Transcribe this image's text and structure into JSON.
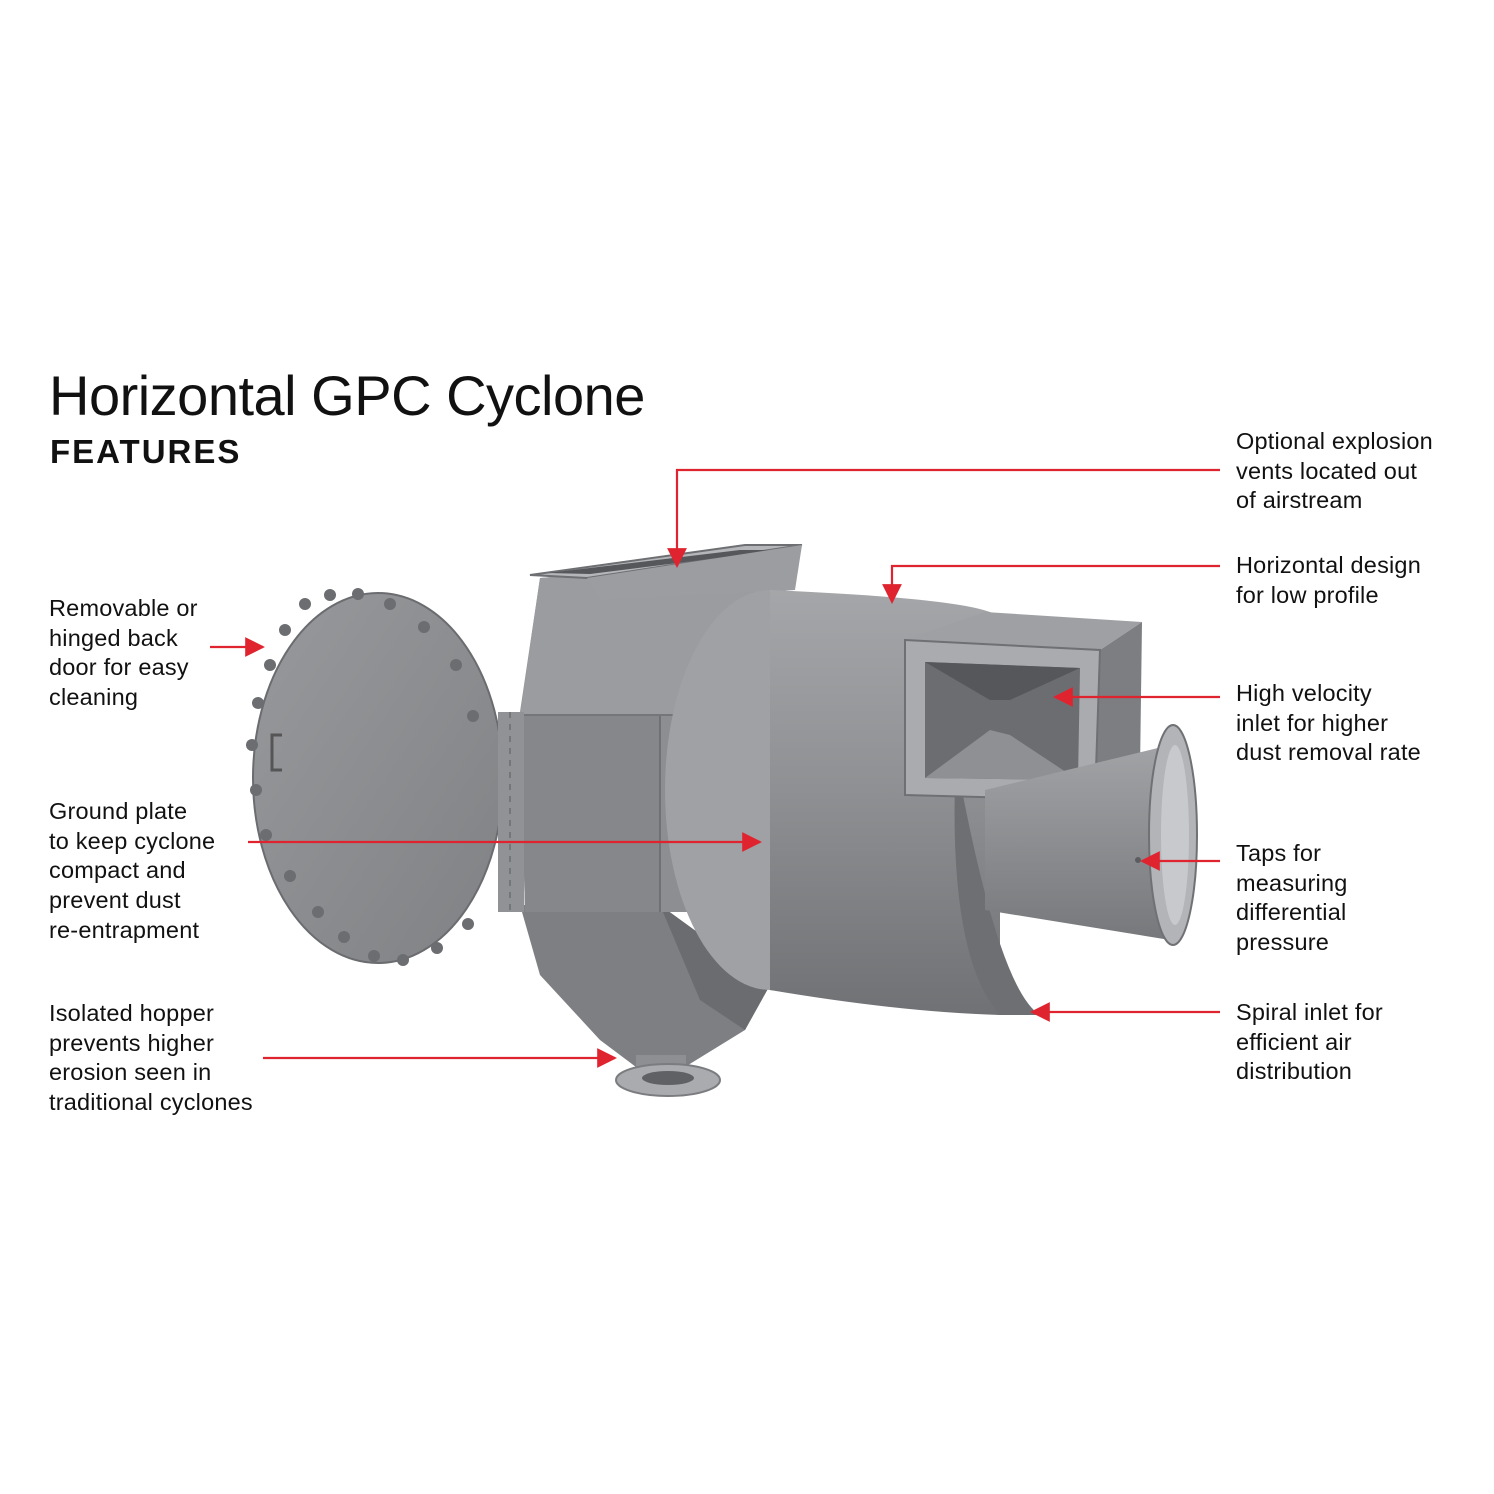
{
  "header": {
    "title": "Horizontal GPC Cyclone",
    "subtitle": "FEATURES"
  },
  "callouts": {
    "back_door": "Removable or\nhinged back\ndoor for easy\ncleaning",
    "ground_plate": "Ground plate\nto keep cyclone\ncompact and\nprevent dust\nre-entrapment",
    "isolated_hopper": "Isolated hopper\nprevents higher\nerosion seen in\ntraditional cyclones",
    "explosion_vents": "Optional explosion\nvents located out\nof airstream",
    "horizontal_design": "Horizontal design\nfor low profile",
    "high_velocity_inlet": "High velocity\ninlet for higher\ndust removal rate",
    "pressure_taps": "Taps for\nmeasuring\ndifferential\npressure",
    "spiral_inlet": "Spiral inlet for\nefficient air\ndistribution"
  },
  "colors": {
    "arrow": "#e0242f",
    "body_grey": "#8a8c8f"
  }
}
